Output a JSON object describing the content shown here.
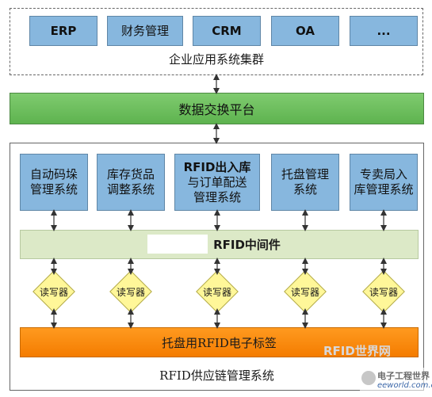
{
  "top_group": {
    "modules": [
      "ERP",
      "财务管理",
      "CRM",
      "OA",
      "..."
    ],
    "caption": "企业应用系统集群"
  },
  "exchange_platform": {
    "label": "数据交换平台"
  },
  "scm_group": {
    "subsystems": [
      [
        "自动码垛",
        "管理系统"
      ],
      [
        "库存货品",
        "调整系统"
      ],
      [
        "RFID出入库",
        "与订单配送",
        "管理系统"
      ],
      [
        "托盘管理",
        "系统"
      ],
      [
        "专卖局入",
        "库管理系统"
      ]
    ],
    "middleware": "RFID中间件",
    "readers": [
      "读写器",
      "读写器",
      "读写器",
      "读写器",
      "读写器"
    ],
    "tag_bar": "托盘用RFID电子标签",
    "caption": "RFID供应链管理系统"
  },
  "watermarks": {
    "rfid_world": "RFID世界网",
    "eeworld_cn": "电子工程世界",
    "eeworld_url": "eeworld.com.cn"
  },
  "colors": {
    "module_blue": "#87b7de",
    "exchange_green": "#5eb34f",
    "middleware_pale": "#dce9c7",
    "reader_yellow": "#fff799",
    "tag_orange": "#f47c00"
  }
}
